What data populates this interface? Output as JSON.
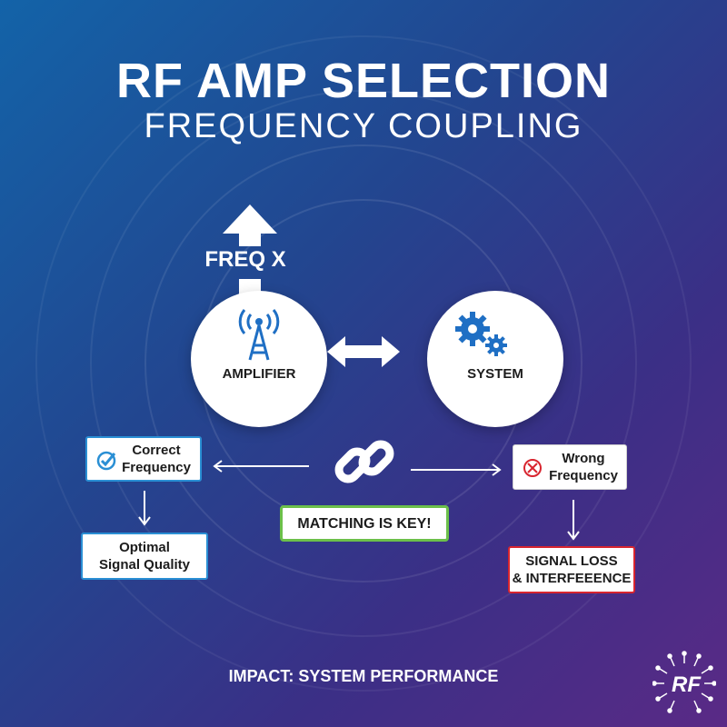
{
  "title": "RF AMP SELECTION",
  "subtitle": "FREQUENCY COUPLING",
  "nodes": {
    "amplifier": {
      "label": "AMPLIFIER",
      "icon": "antenna-signal-icon",
      "annotation": "FREQ X"
    },
    "system": {
      "label": "SYSTEM",
      "icon": "gears-icon"
    }
  },
  "center": {
    "icon": "chain-link-icon",
    "callout": "MATCHING IS KEY!"
  },
  "branches": {
    "correct": {
      "label_line1": "Correct",
      "label_line2": "Frequency",
      "icon": "check-icon",
      "result_line1": "Optimal",
      "result_line2": "Signal Quality"
    },
    "wrong": {
      "label_line1": "Wrong",
      "label_line2": "Frequency",
      "icon": "x-circle-icon",
      "result_line1": "SIGNAL LOSS",
      "result_line2": "& INTERFEEENCE"
    }
  },
  "footer": "IMPACT: SYSTEM PERFORMANCE",
  "logo": {
    "text": "RF"
  },
  "colors": {
    "bg_start": "#1363a8",
    "bg_end": "#5a2a86",
    "accent_blue": "#2a8fd4",
    "accent_red": "#d8252f",
    "accent_green": "#6cc04a"
  }
}
